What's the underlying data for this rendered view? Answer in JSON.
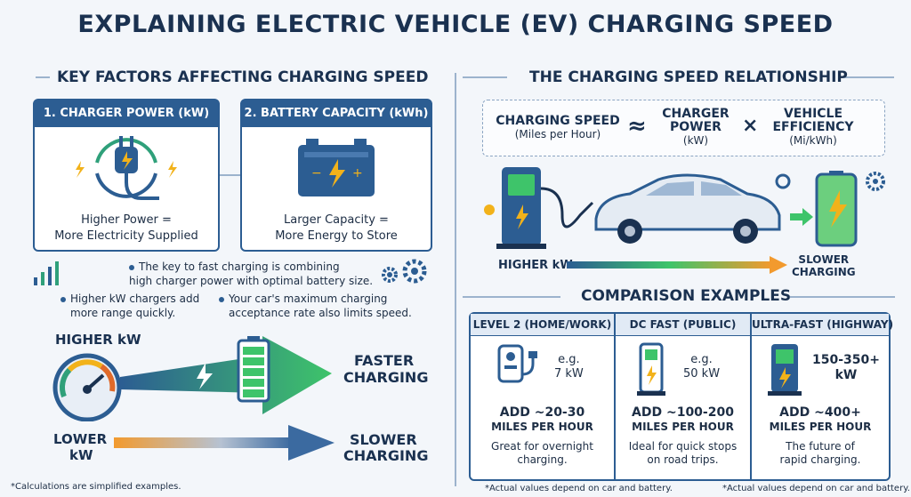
{
  "title": "EXPLAINING ELECTRIC VEHICLE (EV) CHARGING SPEED",
  "left": {
    "heading": "KEY FACTORS AFFECTING CHARGING SPEED",
    "card1": {
      "title": "1. CHARGER POWER (kW)",
      "line1": "Higher Power =",
      "line2": "More Electricity Supplied"
    },
    "card2": {
      "title": "2. BATTERY CAPACITY (kWh)",
      "line1": "Larger Capacity =",
      "line2": "More Energy to Store"
    },
    "notes": [
      {
        "line1": "The key to fast charging is combining",
        "line2": "high charger power with optimal battery size."
      },
      {
        "line1": "Higher kW chargers add",
        "line2": "more range quickly."
      },
      {
        "line1": "Your car's maximum charging",
        "line2": "acceptance rate also limits speed."
      }
    ],
    "higher_kw": "HIGHER kW",
    "faster_1": "FASTER",
    "faster_2": "CHARGING",
    "lower_1": "LOWER",
    "lower_2": "kW",
    "slower_1": "SLOWER",
    "slower_2": "CHARGING",
    "footnote": "*Calculations are simplified examples."
  },
  "right": {
    "heading": "THE CHARGING SPEED RELATIONSHIP",
    "eq": {
      "a1": "CHARGING SPEED",
      "a2": "(Miles per Hour)",
      "approx": "≈",
      "b1": "CHARGER",
      "b2": "POWER",
      "b3": "(kW)",
      "times": "×",
      "c1": "VEHICLE",
      "c2": "EFFICIENCY",
      "c3": "(Mi/kWh)"
    },
    "higher_kw": "HIGHER kW",
    "slower_1": "SLOWER",
    "slower_2": "CHARGING",
    "comp_heading": "COMPARISON EXAMPLES",
    "cards": [
      {
        "title": "LEVEL 2 (HOME/WORK)",
        "eg1": "e.g.",
        "eg2": "7 kW",
        "add1": "ADD ~20-30",
        "add2": "MILES PER HOUR",
        "d1": "Great for overnight",
        "d2": "charging."
      },
      {
        "title": "DC FAST (PUBLIC)",
        "eg1": "e.g.",
        "eg2": "50 kW",
        "add1": "ADD ~100-200",
        "add2": "MILES PER HOUR",
        "d1": "Ideal for quick stops",
        "d2": "on road trips."
      },
      {
        "title": "ULTRA-FAST (HIGHWAY)",
        "eg1": "150-350+",
        "eg2": "kW",
        "add1": "ADD ~400+",
        "add2": "MILES PER HOUR",
        "d1": "The future of",
        "d2": "rapid charging."
      }
    ],
    "foot1": "*Actual values depend on car and battery.",
    "foot2": "*Actual values depend on car and battery."
  }
}
